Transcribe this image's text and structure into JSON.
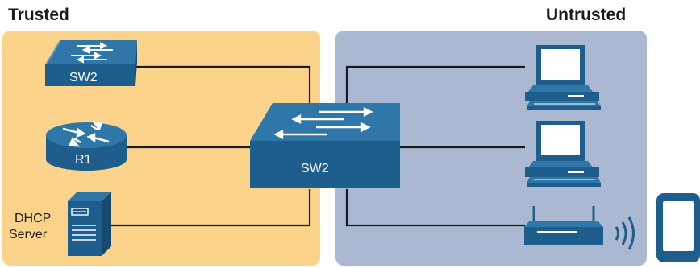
{
  "zones": {
    "trusted": {
      "title": "Trusted",
      "color": "#fbd38a"
    },
    "untrusted": {
      "title": "Untrusted",
      "color": "#aab9d1"
    }
  },
  "devices": {
    "access_switch": {
      "label": "SW2",
      "icon": "switch-icon"
    },
    "router": {
      "label": "R1",
      "icon": "router-icon"
    },
    "dhcp_server": {
      "label_line1": "DHCP",
      "label_line2": "Server",
      "icon": "server-icon"
    },
    "core_switch": {
      "label": "SW2",
      "icon": "switch-icon"
    },
    "pc_top": {
      "icon": "desktop-pc-icon"
    },
    "pc_middle": {
      "icon": "desktop-pc-icon"
    },
    "wireless_ap": {
      "icon": "wireless-access-point-icon"
    },
    "tablet": {
      "icon": "tablet-icon"
    }
  },
  "colors": {
    "device_front": "#1d5e8c",
    "device_top": "#2f77a8",
    "device_side": "#164a70",
    "link": "#1a1a1a"
  }
}
